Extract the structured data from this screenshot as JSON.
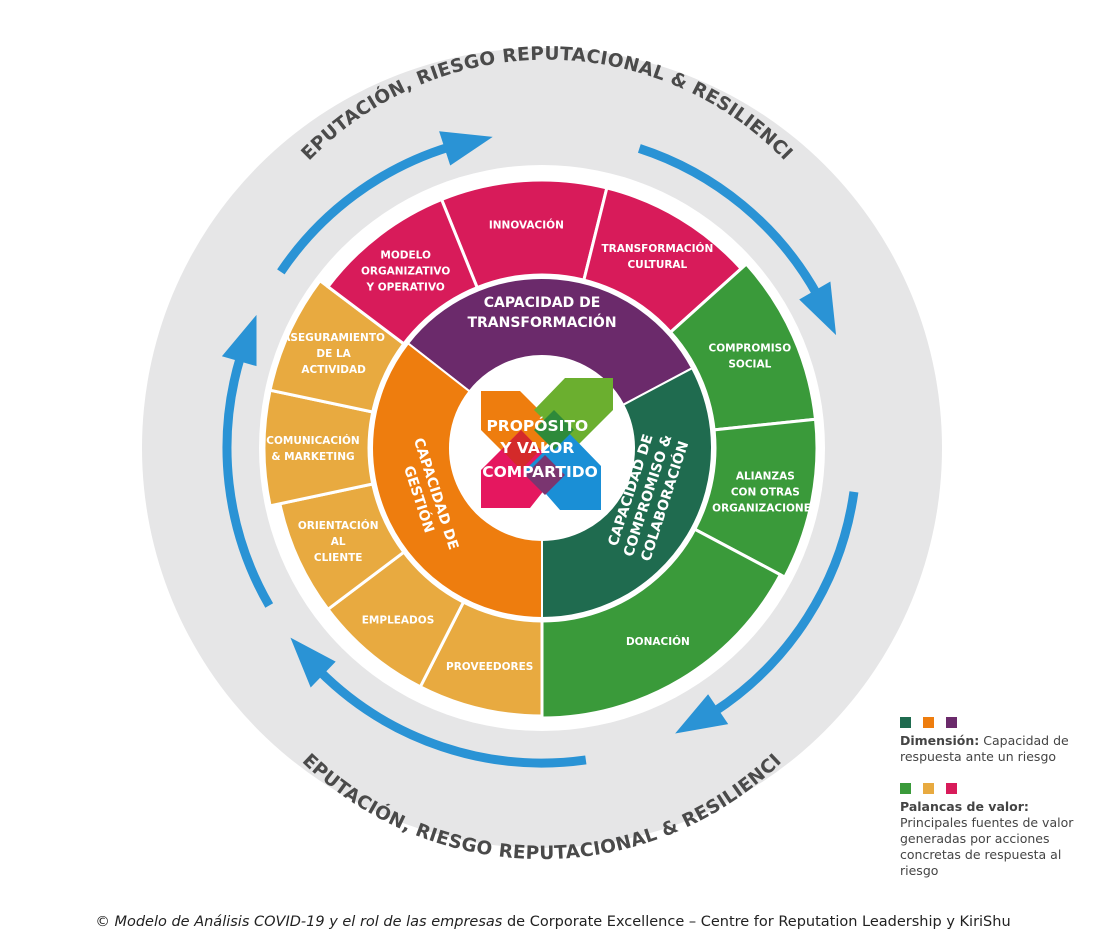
{
  "outer_ring": {
    "top_label": "REPUTACIÓN, RIESGO REPUTACIONAL & RESILIENCIA",
    "bottom_label": "REPUTACIÓN, RIESGO REPUTACIONAL & RESILIENCIA"
  },
  "center": {
    "lines": [
      "PROPÓSITO",
      "Y VALOR",
      "COMPARTIDO"
    ]
  },
  "dimensions": [
    {
      "id": "transformacion",
      "lines": [
        "CAPACIDAD DE",
        "TRANSFORMACIÓN"
      ],
      "color": "#6B2A6B"
    },
    {
      "id": "compromiso",
      "lines": [
        "CAPACIDAD DE",
        "COMPROMISO &",
        "COLABORACIÓN"
      ],
      "color": "#1F6B4F"
    },
    {
      "id": "gestion",
      "lines": [
        "CAPACIDAD DE",
        "GESTIÓN"
      ],
      "color": "#EE7D0E"
    }
  ],
  "levers": [
    {
      "id": "innovacion",
      "lines": [
        "INNOVACIÓN"
      ],
      "color": "#D81B5A"
    },
    {
      "id": "transformacion-cultural",
      "lines": [
        "TRANSFORMACIÓN",
        "CULTURAL"
      ],
      "color": "#D81B5A"
    },
    {
      "id": "compromiso-social",
      "lines": [
        "COMPROMISO",
        "SOCIAL"
      ],
      "color": "#3A9A3A"
    },
    {
      "id": "alianzas",
      "lines": [
        "ALIANZAS",
        "CON OTRAS",
        "ORGANIZACIONES"
      ],
      "color": "#3A9A3A"
    },
    {
      "id": "donacion",
      "lines": [
        "DONACIÓN"
      ],
      "color": "#3A9A3A"
    },
    {
      "id": "proveedores",
      "lines": [
        "PROVEEDORES"
      ],
      "color": "#E8AA40"
    },
    {
      "id": "empleados",
      "lines": [
        "EMPLEADOS"
      ],
      "color": "#E8AA40"
    },
    {
      "id": "orientacion",
      "lines": [
        "ORIENTACIÓN",
        "AL",
        "CLIENTE"
      ],
      "color": "#E8AA40"
    },
    {
      "id": "comunicacion",
      "lines": [
        "COMUNICACIÓN",
        "& MARKETING"
      ],
      "color": "#E8AA40"
    },
    {
      "id": "aseguramiento",
      "lines": [
        "ASEGURAMIENTO",
        "DE LA",
        "ACTIVIDAD"
      ],
      "color": "#E8AA40"
    },
    {
      "id": "modelo",
      "lines": [
        "MODELO",
        "ORGANIZATIVO",
        "Y OPERATIVO"
      ],
      "color": "#D81B5A"
    }
  ],
  "colors": {
    "outer_ring": "#E6E6E7",
    "arrow": "#2A93D5",
    "dim_green": "#1F6B4F",
    "dim_orange": "#EE7D0E",
    "dim_purple": "#6B2A6B",
    "lever_green": "#3A9A3A",
    "lever_yellow": "#E8AA40",
    "lever_pink": "#D81B5A"
  },
  "legend": {
    "dimension": {
      "swatches": [
        "#1F6B4F",
        "#EE7D0E",
        "#6B2A6B"
      ],
      "bold": "Dimensión:",
      "text": " Capacidad de respuesta ante un riesgo"
    },
    "levers": {
      "swatches": [
        "#3A9A3A",
        "#E8AA40",
        "#D81B5A"
      ],
      "bold": "Palancas de valor:",
      "text": " Principales fuentes de valor generadas por acciones concretas de respuesta al riesgo"
    }
  },
  "footer": {
    "copyright": "©",
    "italic": "Modelo de Análisis COVID-19 y el rol de las empresas",
    "rest": " de Corporate Excellence – Centre for Reputation Leadership y KiriShu"
  }
}
